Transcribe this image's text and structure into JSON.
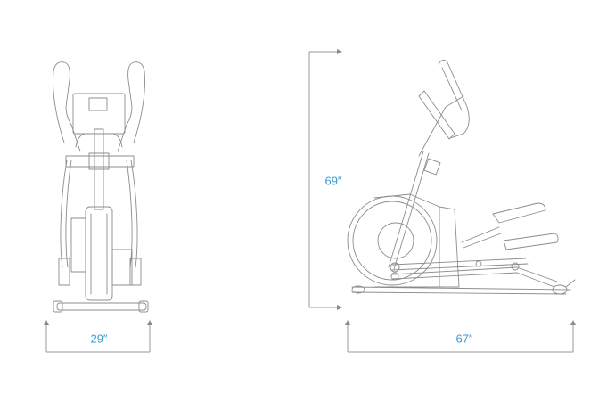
{
  "front_view": {
    "width_label": "29″"
  },
  "side_view": {
    "height_label": "69″",
    "length_label": "67″"
  },
  "colors": {
    "label": "#3a9bd0",
    "dimension_line": "#9a9a9a",
    "line_art": "#8c8c8c"
  }
}
